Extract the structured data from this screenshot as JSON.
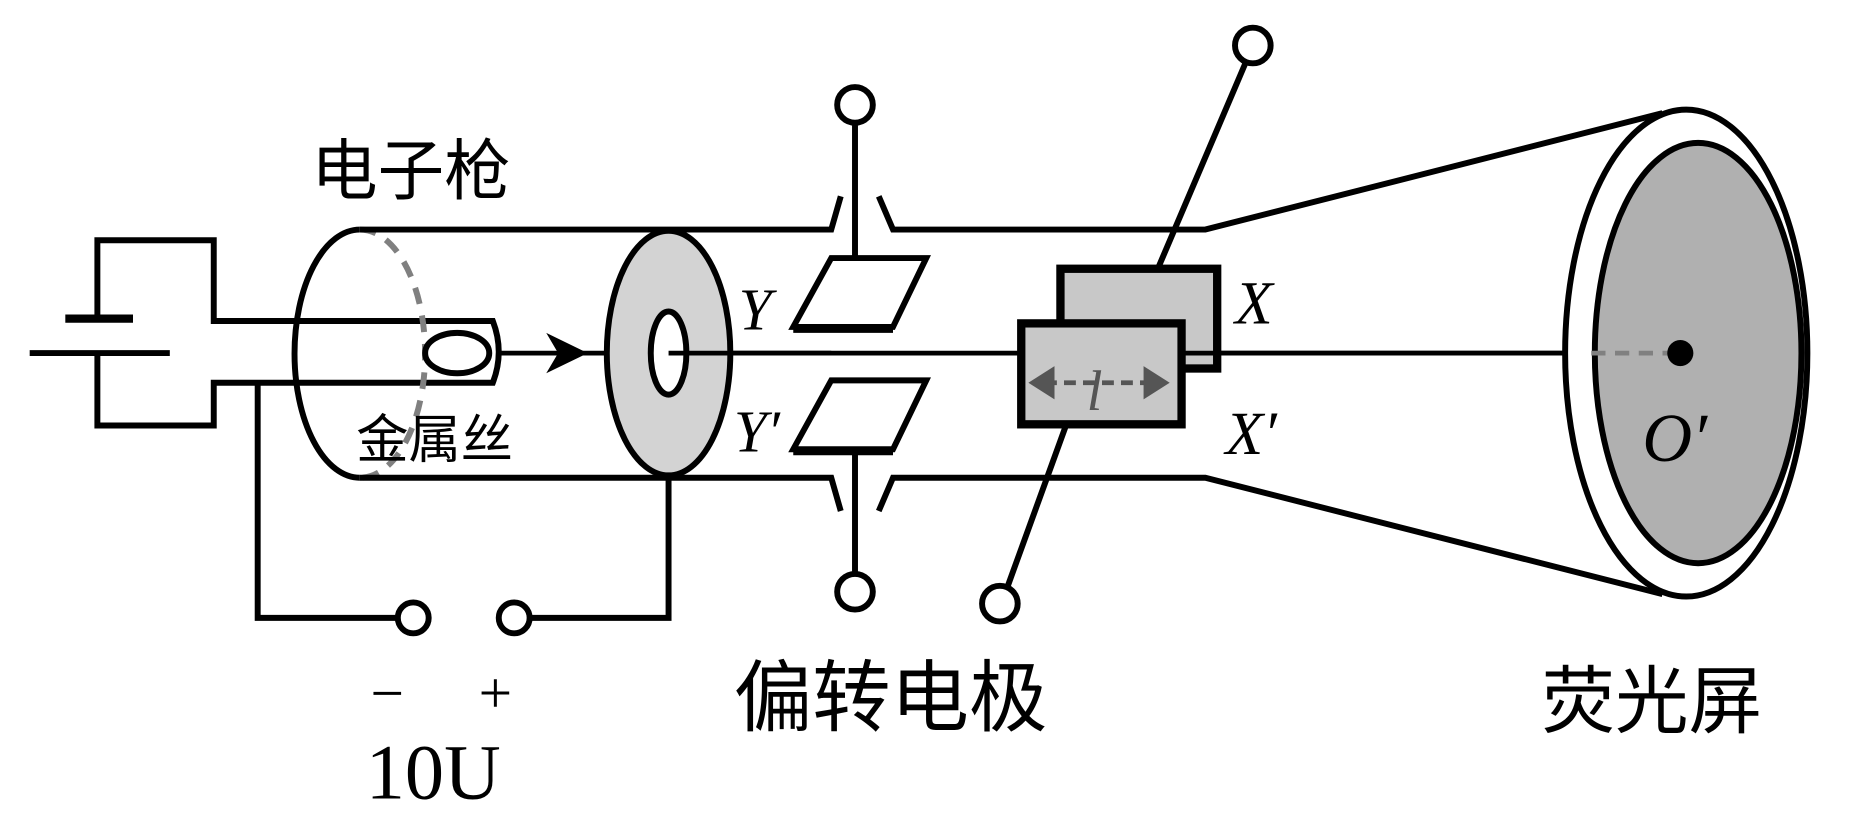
{
  "labels": {
    "electron_gun": "电子枪",
    "filament": "金属丝",
    "deflection_electrodes": "偏转电极",
    "screen": "荧光屏",
    "y_plate": "Y",
    "y_prime_plate": "Y′",
    "x_plate": "X",
    "x_prime_plate": "X′",
    "plate_length": "l",
    "screen_point": "O′",
    "minus": "−",
    "plus": "+",
    "voltage": "10U"
  },
  "colors": {
    "line": "#000000",
    "fill_gray": "#d3d3d3",
    "screen_gray": "#b0b0b0",
    "dashed": "#808080"
  }
}
